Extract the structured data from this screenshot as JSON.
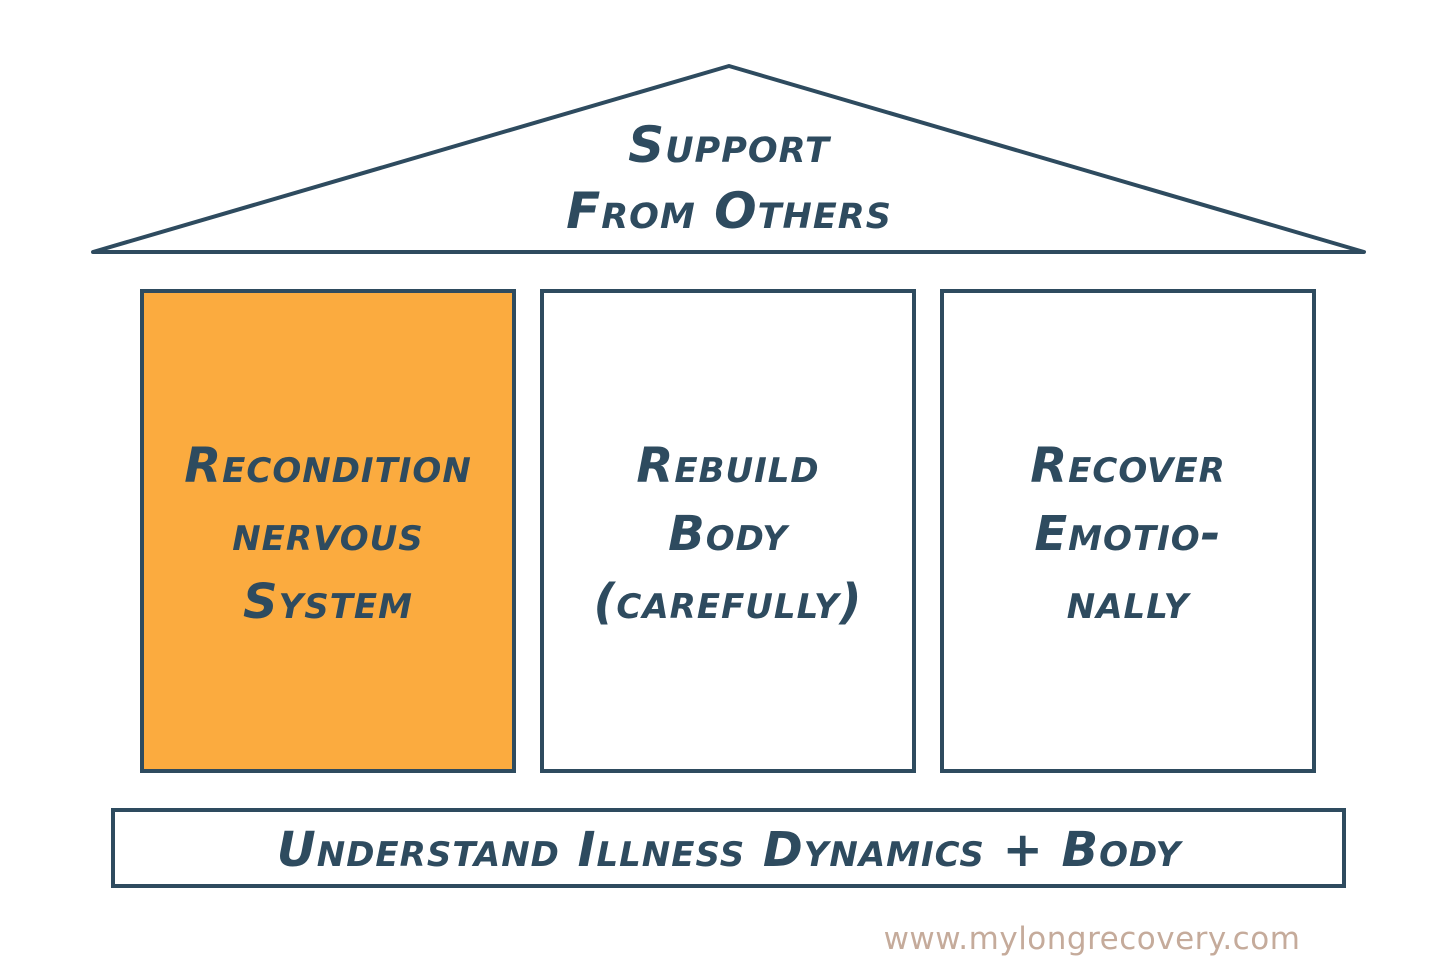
{
  "colors": {
    "stroke": "#2e4b5f",
    "text": "#2e4b5f",
    "highlight_fill": "#fbab3f",
    "background": "#ffffff",
    "website": "#c5ab9b"
  },
  "roof": {
    "line1": "Support",
    "line2": "From Others"
  },
  "pillars": [
    {
      "lines": [
        "Recondition",
        "nervous",
        "System"
      ],
      "highlighted": true
    },
    {
      "lines": [
        "Rebuild",
        "Body",
        "(carefully)"
      ],
      "highlighted": false
    },
    {
      "lines": [
        "Recover",
        "Emotio-",
        "nally"
      ],
      "highlighted": false
    }
  ],
  "foundation": {
    "label": "Understand Illness Dynamics + Body"
  },
  "website": "www.mylongrecovery.com"
}
